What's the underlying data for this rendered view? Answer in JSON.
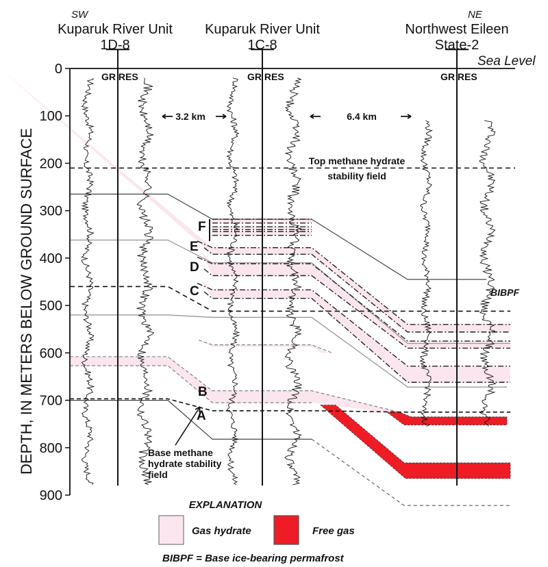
{
  "figure": {
    "direction_left": "SW",
    "direction_right": "NE",
    "sea_level_label": "Sea Level",
    "y_axis_label": "DEPTH, IN METERS BELOW GROUND SURFACE",
    "y_ticks": [
      0,
      100,
      200,
      300,
      400,
      500,
      600,
      700,
      800,
      900
    ],
    "wells": [
      {
        "name_line1": "Kuparuk River Unit",
        "name_line2": "1D-8",
        "log_labels": "GR RES"
      },
      {
        "name_line1": "Kuparuk River Unit",
        "name_line2": "1C-8",
        "log_labels": "GR RES"
      },
      {
        "name_line1": "Northwest Eileen",
        "name_line2": "State-2",
        "log_labels": "GR RES"
      }
    ],
    "distances": [
      "3.2 km",
      "6.4 km"
    ],
    "annotations": {
      "top_hydrate_line1": "Top methane hydrate",
      "top_hydrate_line2": "stability field",
      "base_hydrate_line1": "Base methane",
      "base_hydrate_line2": "hydrate stability",
      "base_hydrate_line3": "field",
      "bibpf": "BIBPF"
    },
    "zones": [
      "F",
      "E",
      "D",
      "C",
      "B",
      "A"
    ],
    "legend": {
      "title": "EXPLANATION",
      "items": [
        {
          "label": "Gas hydrate",
          "color": "#fbe6ef"
        },
        {
          "label": "Free gas",
          "color": "#ee1c25"
        }
      ],
      "footnote": "BIBPF = Base ice-bearing permafrost"
    }
  },
  "chart_data": {
    "type": "cross-section",
    "title": "",
    "ylabel": "DEPTH, IN METERS BELOW GROUND SURFACE",
    "ylim": [
      0,
      900
    ],
    "y_inverted": true,
    "wells": [
      "Kuparuk River Unit 1D-8",
      "Kuparuk River Unit 1C-8",
      "Northwest Eileen State-2"
    ],
    "well_spacing_km": [
      3.2,
      6.4
    ],
    "top_methane_hydrate_stability_field_m": 210,
    "base_methane_hydrate_stability_field_m": [
      700,
      722,
      725
    ],
    "bibpf_m": [
      265,
      318,
      445
    ],
    "gas_hydrate_zones_m": {
      "F": {
        "1C-8": [
          318,
          360
        ]
      },
      "E": {
        "1C-8": [
          378,
          392
        ],
        "NWE State-2": [
          540,
          556
        ]
      },
      "D": {
        "1C-8": [
          412,
          437
        ],
        "NWE State-2": [
          575,
          590
        ]
      },
      "C": {
        "1C-8": [
          467,
          485
        ],
        "NWE State-2": [
          628,
          662
        ]
      },
      "B": {
        "1C-8": [
          583,
          587
        ]
      },
      "A": {
        "1D-8": [
          608,
          627
        ],
        "1C-8": [
          680,
          705
        ]
      }
    },
    "free_gas_zones_m": {
      "upper": {
        "NWE State-2": [
          727,
          752
        ]
      },
      "lower": {
        "NWE State-2": [
          832,
          865
        ]
      }
    }
  }
}
